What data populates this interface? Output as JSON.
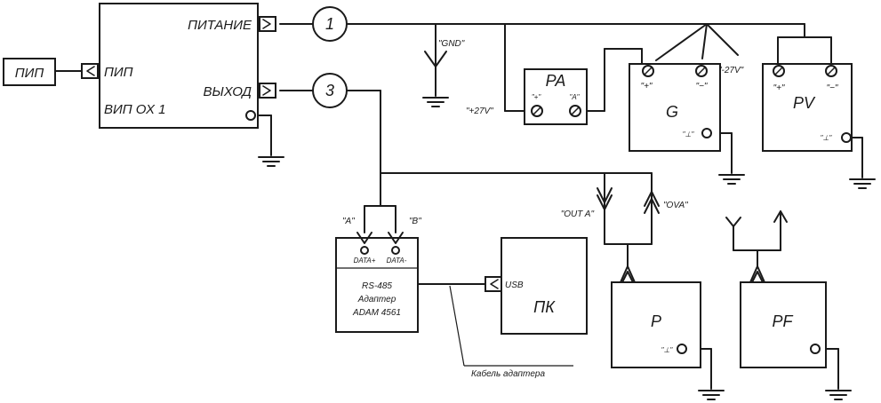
{
  "blocks": {
    "pip_source": "ПИП",
    "vip": {
      "pip_port": "ПИП",
      "name": "ВИП ОХ 1",
      "power_port": "ПИТАНИЕ",
      "out_port": "ВЫХОД"
    },
    "pa": {
      "name": "PA",
      "plus": "\"+\"",
      "a": "\"A\""
    },
    "g": {
      "name": "G",
      "plus": "\"+\"",
      "minus": "\"−\"",
      "gnd": "\"⊥\""
    },
    "pv": {
      "name": "PV",
      "plus": "\"+\"",
      "minus": "\"−\"",
      "gnd": "\"⊥\""
    },
    "adapter": {
      "line1": "RS-485",
      "line2": "Адаптер",
      "line3": "ADAM 4561",
      "a": "\"A\"",
      "b": "\"B\"",
      "data_plus": "DATA+",
      "data_minus": "DATA-"
    },
    "pc": {
      "name": "ПК",
      "usb": "USB"
    },
    "p": {
      "name": "P",
      "gnd": "\"⊥\""
    },
    "pf": {
      "name": "PF"
    }
  },
  "nodes": {
    "node1": "1",
    "node3": "3"
  },
  "labels": {
    "gnd": "\"GND\"",
    "plus27": "\"+27V\"",
    "minus27": "\"-27V\"",
    "out_a": "\"OUT A\"",
    "ova": "\"OVA\"",
    "cable": "Кабель адаптера"
  }
}
